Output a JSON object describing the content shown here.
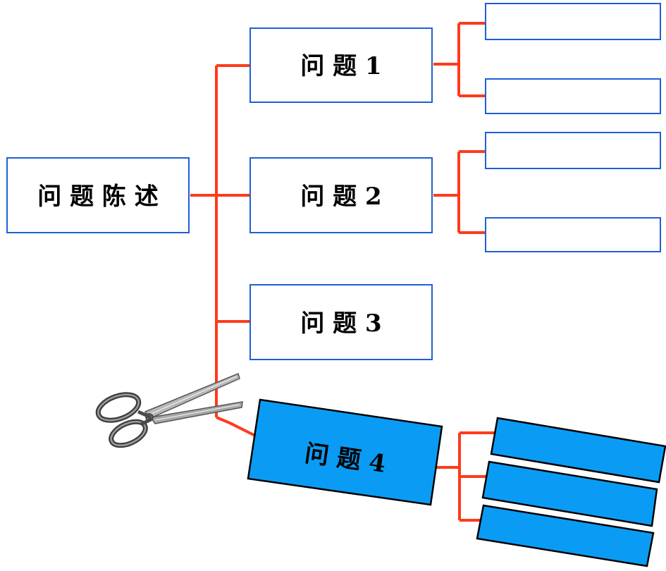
{
  "colors": {
    "connector": "#ff3a1a",
    "box_border": "#1f5fd6",
    "removed_fill": "#0a9cf5",
    "removed_border": "#000000"
  },
  "root": {
    "label": "问 题 陈 述"
  },
  "issues": [
    {
      "label": "问 题 1",
      "sub_boxes": [
        "",
        ""
      ]
    },
    {
      "label": "问 题 2",
      "sub_boxes": [
        "",
        ""
      ]
    },
    {
      "label": "问 题 3",
      "sub_boxes": []
    },
    {
      "label": "问 题 4",
      "sub_boxes": [
        "",
        "",
        ""
      ],
      "state": "cut"
    }
  ],
  "decoration": {
    "icon": "scissors-icon"
  }
}
